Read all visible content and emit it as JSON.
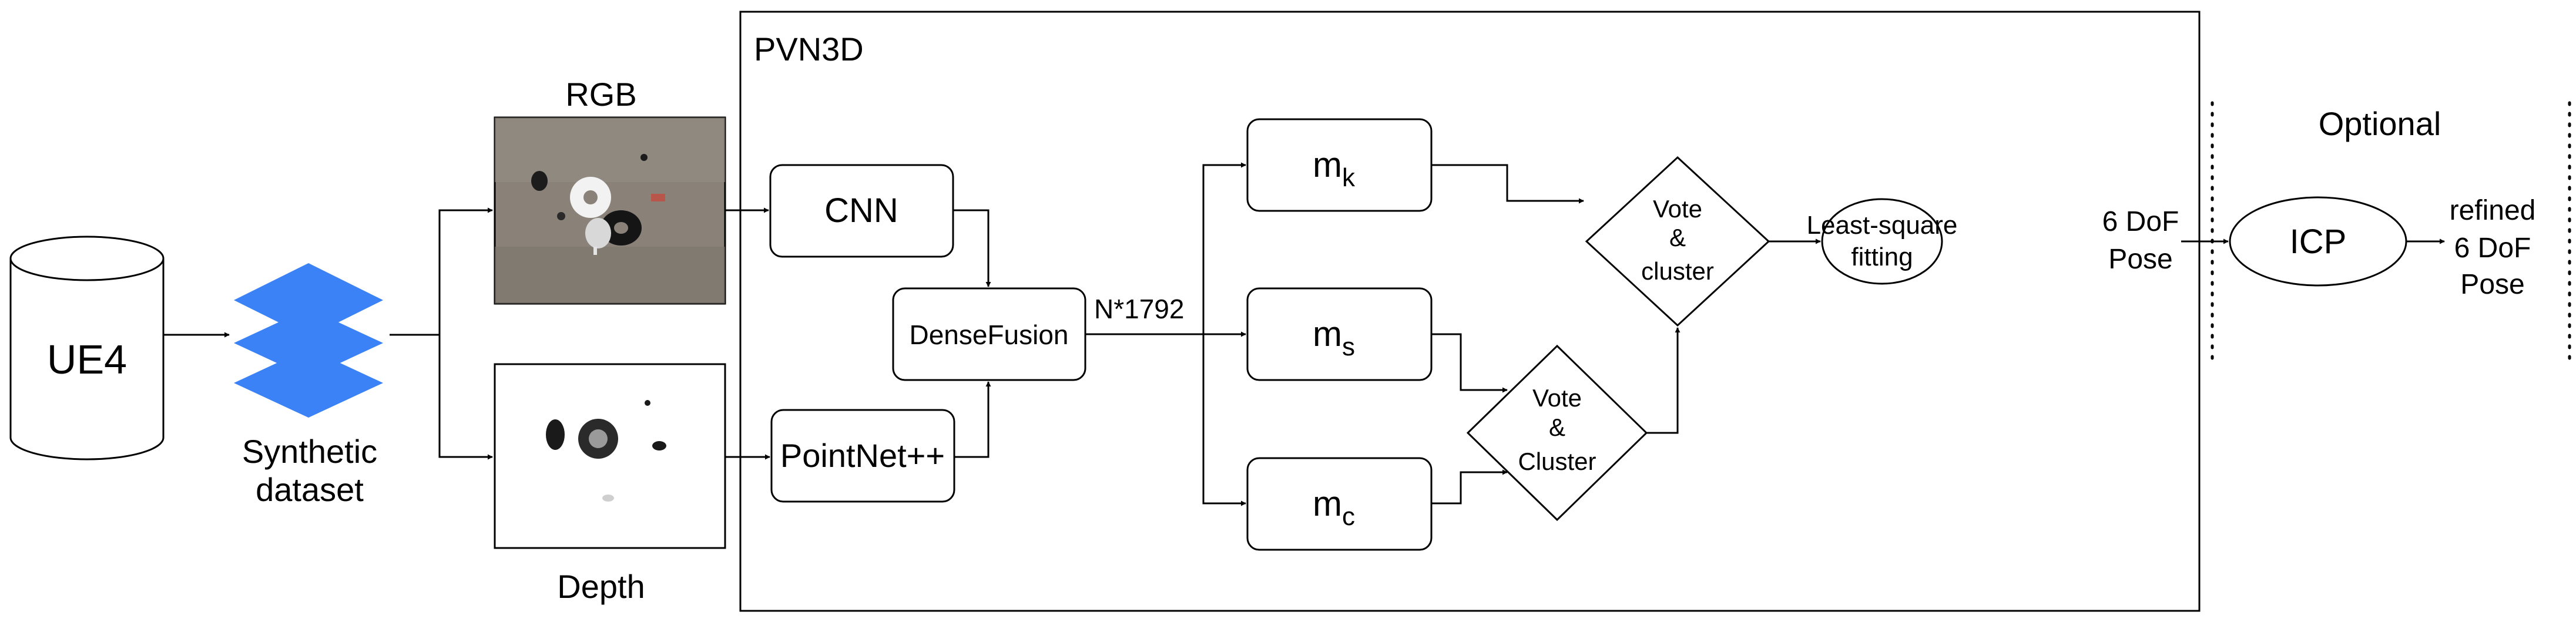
{
  "source": {
    "label": "UE4"
  },
  "dataset": {
    "label_line1": "Synthetic",
    "label_line2": "dataset",
    "icon": "stacked-layers-icon",
    "color": "#3b82f6"
  },
  "rgb": {
    "label": "RGB",
    "image": "rgb-photo"
  },
  "depth": {
    "label": "Depth",
    "image": "depth-map"
  },
  "pvn3d": {
    "label": "PVN3D"
  },
  "nodes": {
    "cnn": "CNN",
    "pointnet": "PointNet++",
    "densefusion": "DenseFusion",
    "feature_dim": "N*1792",
    "mk": {
      "base": "m",
      "sub": "k"
    },
    "ms": {
      "base": "m",
      "sub": "s"
    },
    "mc": {
      "base": "m",
      "sub": "c"
    },
    "vote_cluster_1": [
      "Vote",
      "&",
      "cluster"
    ],
    "vote_cluster_2": [
      "Vote",
      "&",
      "Cluster"
    ],
    "least_square": [
      "Least-square",
      "fitting"
    ],
    "pose": [
      "6 DoF",
      "Pose"
    ]
  },
  "optional": {
    "label": "Optional",
    "icp": "ICP",
    "refined": [
      "refined",
      "6 DoF",
      "Pose"
    ]
  }
}
